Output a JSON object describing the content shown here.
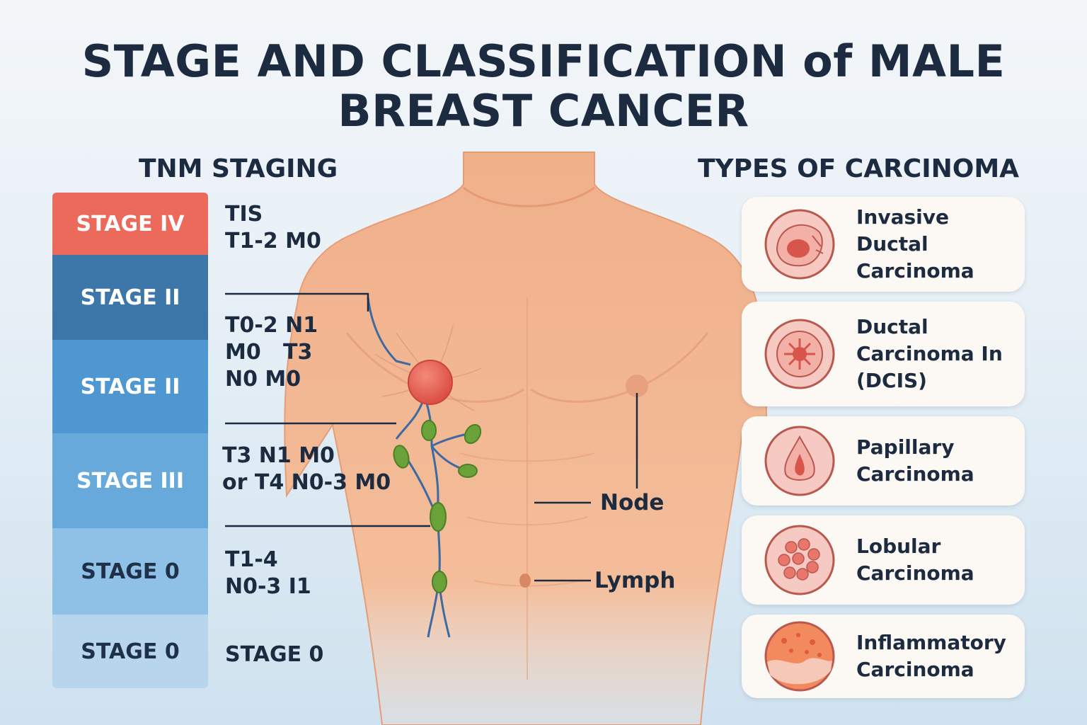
{
  "title": "STAGE AND CLASSIFICATION of MALE BREAST CANCER",
  "tnm_heading": "TNM STAGING",
  "types_heading": "TYPES OF CARCINOMA",
  "stages": [
    {
      "label": "STAGE IV",
      "color": "#ec6a5c"
    },
    {
      "label": "STAGE II",
      "color": "#3d76a8"
    },
    {
      "label": "STAGE II",
      "color": "#4f97d0"
    },
    {
      "label": "STAGE III",
      "color": "#68a9dc"
    },
    {
      "label": "STAGE 0",
      "color": "#8fc0e6"
    },
    {
      "label": "STAGE 0",
      "color": "#b7d6ee"
    }
  ],
  "tnm_texts": [
    "TIS\nT1-2 M0",
    "T0-2 N1\nM0   T3\nN0 M0",
    "T3 N1 M0\nor T4 N0-3 M0",
    "T1-4\nN0-3 I1",
    "STAGE 0"
  ],
  "callouts": {
    "node": "Node",
    "lymph": "Lymph"
  },
  "carcinoma_types": [
    {
      "label": "Invasive Ductal Carcinoma",
      "icon": "invasive-ductal-icon"
    },
    {
      "label": "Ductal Carcinoma In (DCIS)",
      "icon": "dcis-icon"
    },
    {
      "label": "Papillary Carcinoma",
      "icon": "papillary-icon"
    },
    {
      "label": "Lobular Carcinoma",
      "icon": "lobular-icon"
    },
    {
      "label": "Inflammatory Carcinoma",
      "icon": "inflammatory-icon"
    }
  ],
  "colors": {
    "title": "#1c2b3f",
    "tumor": "#e0554a",
    "lymph_node": "#6aa23a",
    "lymph_vessel": "#3d6aa0",
    "skin": "#f2b48e"
  }
}
